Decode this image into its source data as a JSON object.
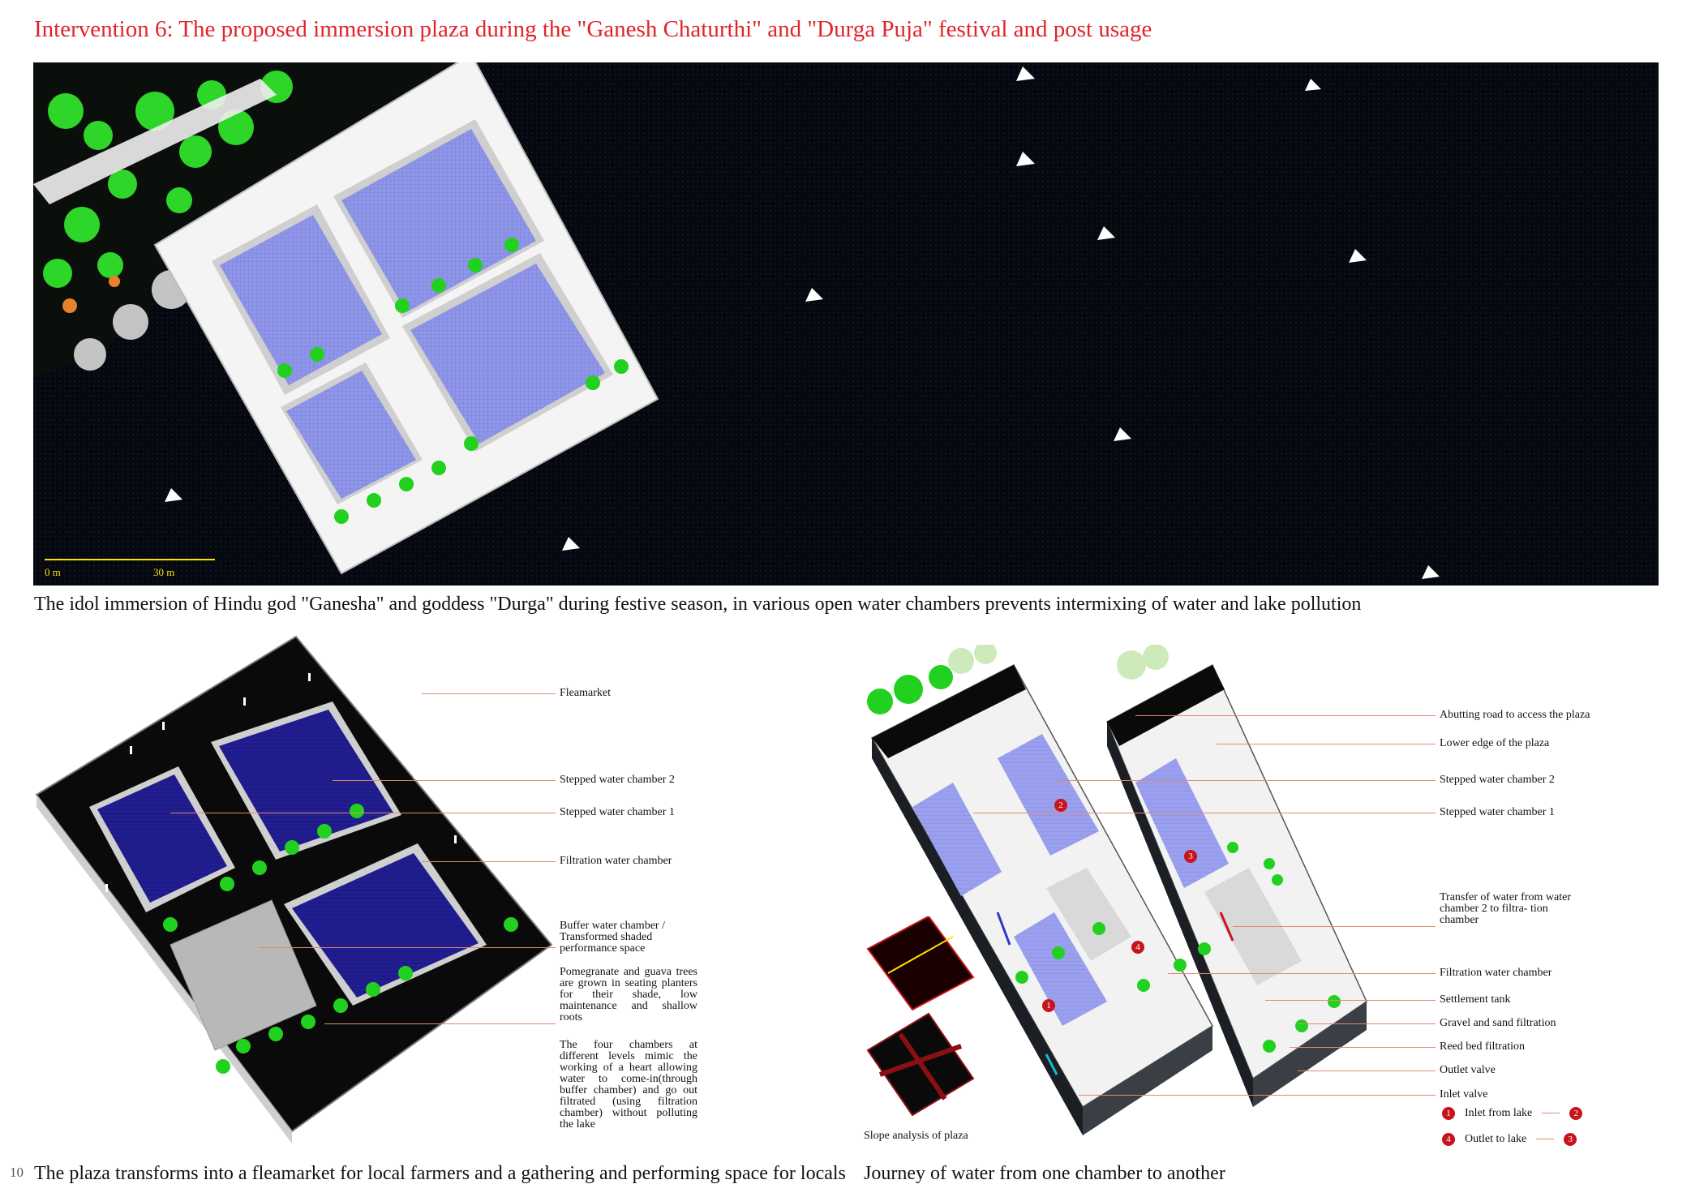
{
  "header": {
    "title": "Intervention 6: The proposed immersion plaza during the \"Ganesh Chaturthi\" and \"Durga Puja\" festival and post usage"
  },
  "top_panel": {
    "scale_start": "0 m",
    "scale_end": "30 m",
    "caption": "The idol immersion of  Hindu god \"Ganesha\" and goddess \"Durga\" during festive season, in various open water chambers prevents intermixing of water and lake pollution"
  },
  "left_panel": {
    "labels": [
      "Fleamarket",
      "Stepped water chamber 2",
      "Stepped water chamber 1",
      "Filtration water chamber",
      "Buffer water chamber / Transformed shaded performance space"
    ],
    "note_trees": "Pomegranate and guava trees are grown in seating planters for their shade, low maintenance and shallow roots",
    "note_chambers": "The four chambers at different levels mimic the working of a heart allowing water to come-in(through buffer chamber) and go out filtrated (using filtration chamber) without polluting the lake",
    "caption": "The plaza transforms into a fleamarket for local farmers and a gathering and performing space for locals"
  },
  "right_panel": {
    "labels": [
      "Abutting road to access the plaza",
      "Lower edge of the plaza",
      "Stepped water chamber 2",
      "Stepped water chamber 1",
      "Transfer of water from water chamber 2 to filtra- tion chamber",
      "Filtration water chamber",
      "Settlement tank",
      "Gravel and sand filtration",
      "Reed bed filtration",
      "Outlet valve",
      "Inlet valve"
    ],
    "legend": [
      {
        "num_a": "1",
        "text": "Inlet from lake",
        "num_b": "2"
      },
      {
        "num_a": "4",
        "text": "Outlet to lake",
        "num_b": "3"
      }
    ],
    "chamber_markers": [
      "1",
      "2",
      "3",
      "4"
    ],
    "slope_caption": "Slope analysis of plaza",
    "caption": "Journey of water from one chamber to another"
  },
  "page_number": "10",
  "colors": {
    "title_red": "#e0242b",
    "lake_dark": "#05080e",
    "water_purple": "#8f96e8",
    "tree_green": "#22d11f",
    "marker_red": "#c8141c"
  }
}
